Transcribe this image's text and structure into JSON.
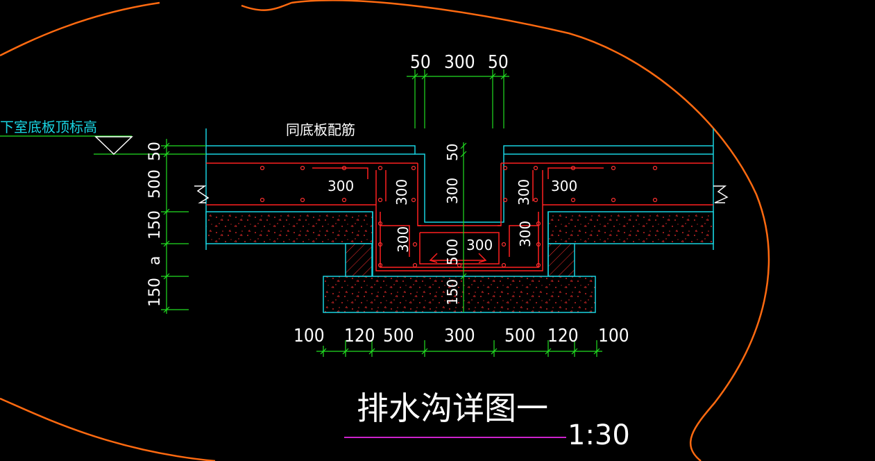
{
  "title": "排水沟详图一",
  "scale": "1:30",
  "elevation_label": "下室底板顶标高",
  "note_label": "同底板配筋",
  "top_dims": [
    "50",
    "300",
    "50"
  ],
  "bottom_dims": [
    "100",
    "120",
    "500",
    "300",
    "500",
    "120",
    "100"
  ],
  "left_dims": [
    "50",
    "500",
    "150",
    "a",
    "150"
  ],
  "inner_labels": {
    "left_slab": "300",
    "right_slab": "300",
    "left_vertical_upper": "300",
    "right_vertical_upper": "300",
    "center_vertical": "300",
    "left_vertical_lower": "300",
    "right_vertical_lower": "300",
    "bottom_horizontal": "300",
    "trench_depth": "500",
    "trench_top": "50",
    "base_thickness": "150"
  },
  "colors": {
    "background": "#000000",
    "rebar": "#ff2020",
    "outline": "#19d3e0",
    "dimension": "#22e022",
    "freehand_mark": "#ff6a10",
    "title_underline": "#cc22cc",
    "text": "#ffffff"
  }
}
